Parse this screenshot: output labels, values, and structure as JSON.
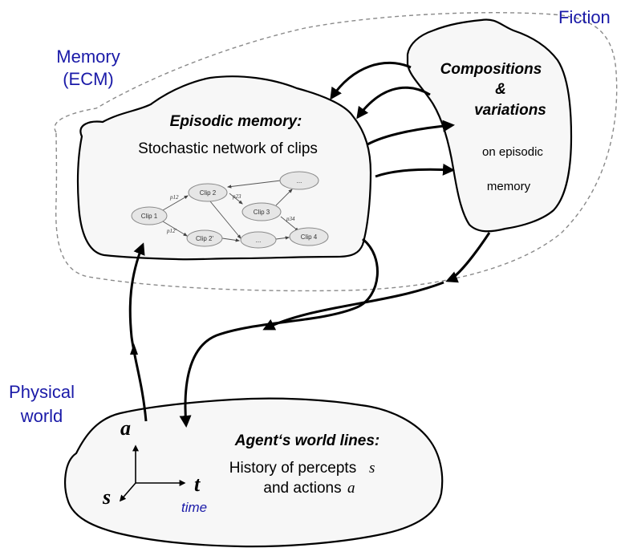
{
  "labels": {
    "fiction": "Fiction",
    "memory_line1": "Memory",
    "memory_line2": "(ECM)",
    "physical_line1": "Physical",
    "physical_line2": "world"
  },
  "episodic": {
    "title": "Episodic memory:",
    "subtitle": "Stochastic network of clips",
    "network": {
      "nodes": [
        "Clip 1",
        "Clip 2",
        "Clip 2'",
        "Clip 3",
        "...",
        "...",
        "Clip 4"
      ],
      "edge_labels": [
        "p12",
        "p12'",
        "p23",
        "p34"
      ]
    }
  },
  "compositions": {
    "line1": "Compositions",
    "line2": "&",
    "line3": "variations",
    "line4": "on  episodic",
    "line5": "memory"
  },
  "agent": {
    "title": "Agent‘s world lines:",
    "line1": "History of percepts",
    "line1_var": "s",
    "line2": "and actions",
    "line2_var": "a"
  },
  "axes": {
    "a": "a",
    "t": "t",
    "s": "s",
    "time": "time"
  },
  "colors": {
    "label_blue": "#1a1aa8",
    "blob_fill": "#f7f7f7",
    "stroke": "#000000"
  }
}
